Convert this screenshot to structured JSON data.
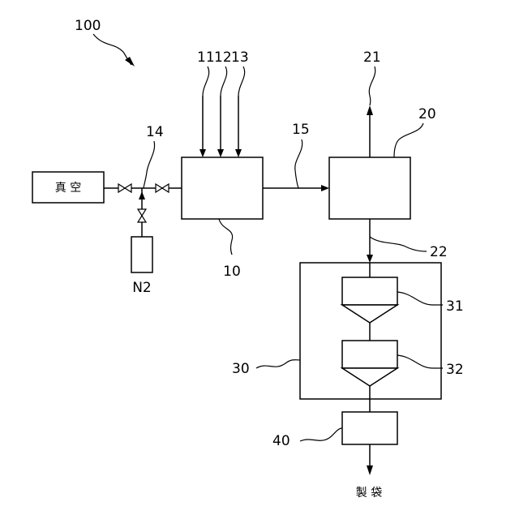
{
  "labels": {
    "system": "100",
    "in_a": "11",
    "in_b": "12",
    "in_c": "13",
    "pipe_14": "14",
    "pipe_15": "15",
    "out_21": "21",
    "unit_20": "20",
    "pipe_22": "22",
    "unit_10": "10",
    "gas": "N2",
    "vacuum": "真 空",
    "unit_30": "30",
    "hopper_31": "31",
    "hopper_32": "32",
    "unit_40": "40",
    "product": "製 袋"
  }
}
